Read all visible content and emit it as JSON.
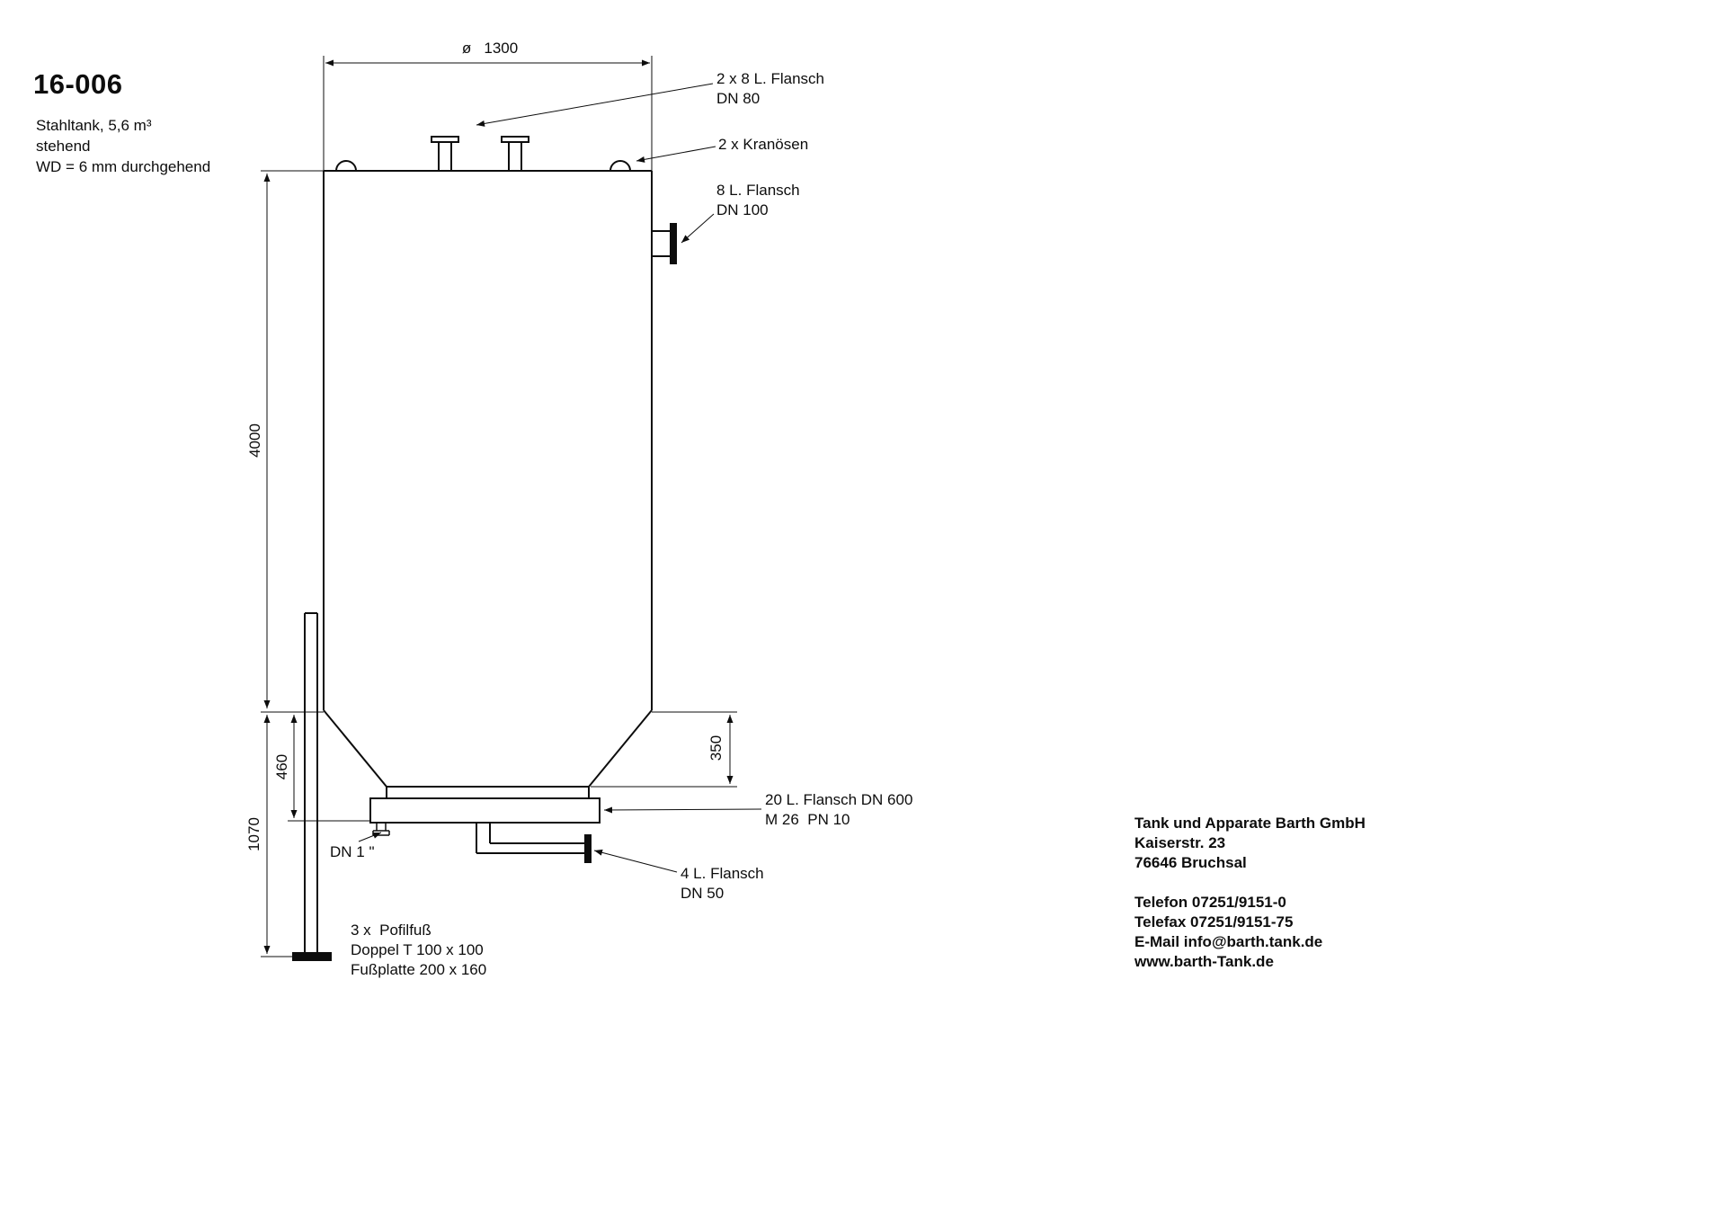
{
  "title_block": {
    "number": "16-006",
    "specs": [
      "Stahltank, 5,6 m³",
      "stehend",
      "WD = 6 mm durchgehend"
    ]
  },
  "dimensions": {
    "diameter": "ø   1300",
    "body_height": "4000",
    "cone_height": "350",
    "lower_height": "460",
    "base_height": "1070"
  },
  "callouts": {
    "top_flange": [
      "2 x 8 L. Flansch",
      "DN 80"
    ],
    "lifting_lugs": [
      "2 x Kranösen"
    ],
    "side_flange": [
      "8 L. Flansch",
      "DN 100"
    ],
    "bottom_flange": [
      "20 L. Flansch DN 600",
      "M 26  PN 10"
    ],
    "drain_flange": [
      "4 L. Flansch",
      "DN 50"
    ],
    "small_nozzle": [
      "DN 1 \""
    ],
    "feet": [
      "3 x  Pofilfuß",
      "Doppel T 100 x 100",
      "Fußplatte 200 x 160"
    ]
  },
  "company": {
    "name": "Tank und Apparate Barth GmbH",
    "street": "Kaiserstr. 23",
    "city": "76646 Bruchsal",
    "phone": "Telefon 07251/9151-0",
    "fax": "Telefax 07251/9151-75",
    "email": "E-Mail info@barth.tank.de",
    "website": "www.barth-Tank.de"
  }
}
